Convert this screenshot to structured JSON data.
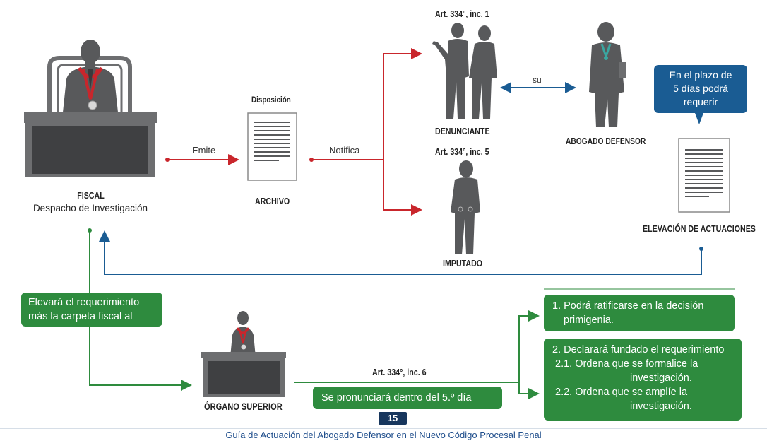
{
  "fiscal": {
    "title": "FISCAL",
    "subtitle": "Despacho de Investigación"
  },
  "disposicion": {
    "title": "Disposición",
    "label": "ARCHIVO"
  },
  "arrows": {
    "emite": "Emite",
    "notifica": "Notifica",
    "su": "su"
  },
  "denunciante": {
    "article": "Art. 334°, inc. 1",
    "label": "DENUNCIANTE"
  },
  "imputado": {
    "article": "Art. 334°, inc. 5",
    "label": "IMPUTADO"
  },
  "abogado": {
    "label": "ABOGADO DEFENSOR"
  },
  "plazo": {
    "line1": "En el plazo de",
    "line2": "5 días podrá",
    "line3": "requerir"
  },
  "elevacion": {
    "label": "ELEVACIÓN DE ACTUACIONES"
  },
  "elevara": {
    "line1": "Elevará el requerimiento",
    "line2": "más la carpeta fiscal al"
  },
  "organo": {
    "label": "ÓRGANO SUPERIOR"
  },
  "pronunciara": {
    "article": "Art. 334°, inc. 6",
    "text": "Se pronunciará dentro del 5.º día"
  },
  "option1": {
    "line1": "1. Podrá ratificarse en la decisión",
    "line2": "primigenia."
  },
  "option2": {
    "line1": "2. Declarará fundado el requerimiento",
    "line2": "2.1. Ordena que se formalice la",
    "line3": "investigación.",
    "line4": "2.2. Ordena que se amplíe la",
    "line5": "investigación."
  },
  "page_number": "15",
  "footer": "Guía de Actuación del Abogado Defensor en el Nuevo Código Procesal Penal",
  "colors": {
    "red": "#c9262c",
    "blue": "#1a5c93",
    "green": "#2e8b3e",
    "gray": "#58595b"
  }
}
